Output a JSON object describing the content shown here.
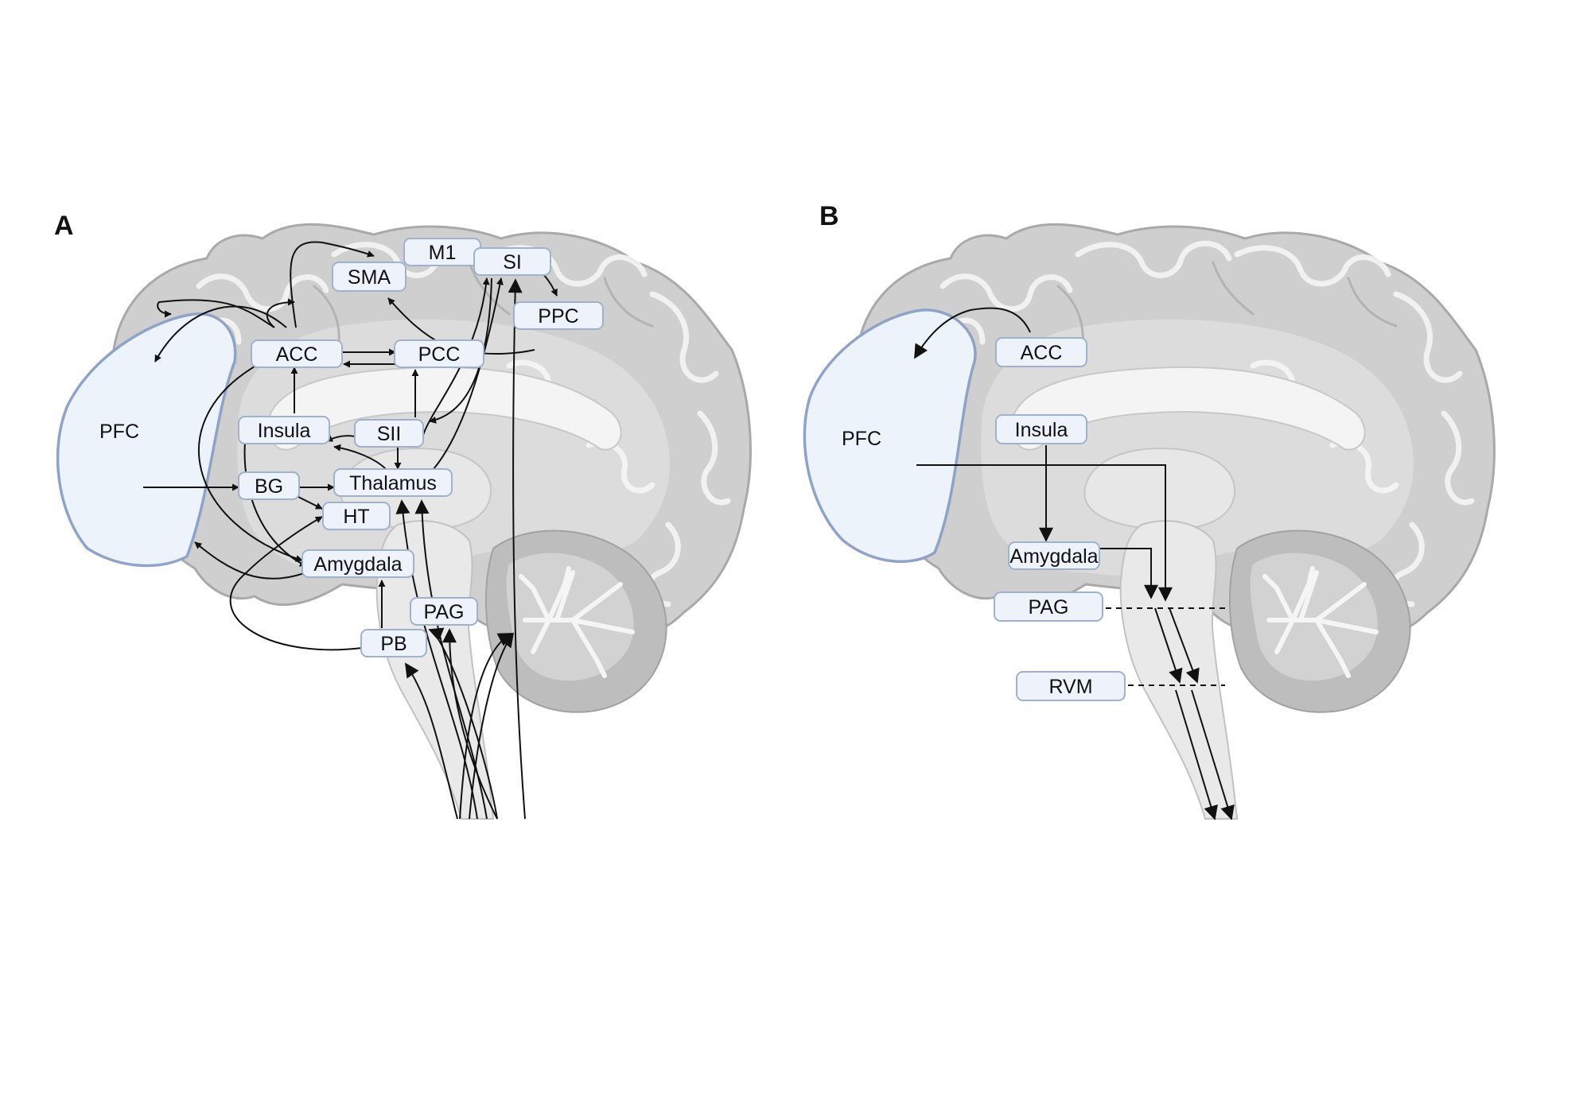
{
  "panels": [
    {
      "letter": "A",
      "labels": {
        "pfc": "PFC",
        "sma": "SMA",
        "m1": "M1",
        "si": "SI",
        "ppc": "PPC",
        "acc": "ACC",
        "pcc": "PCC",
        "insula": "Insula",
        "sii": "SII",
        "bg": "BG",
        "thalamus": "Thalamus",
        "ht": "HT",
        "amygdala": "Amygdala",
        "pag": "PAG",
        "pb": "PB"
      }
    },
    {
      "letter": "B",
      "labels": {
        "acc": "ACC",
        "pfc": "PFC",
        "insula": "Insula",
        "amygdala": "Amygdala",
        "pag": "PAG",
        "rvm": "RVM"
      }
    }
  ],
  "colors": {
    "region_box_fill": "#eef3fb",
    "region_box_stroke": "#9fb1cc",
    "pfc_fill": "#edf3fb",
    "pfc_stroke": "#8fa3c9",
    "brain_gray": "#cfcfcf",
    "arrow": "#111111"
  }
}
